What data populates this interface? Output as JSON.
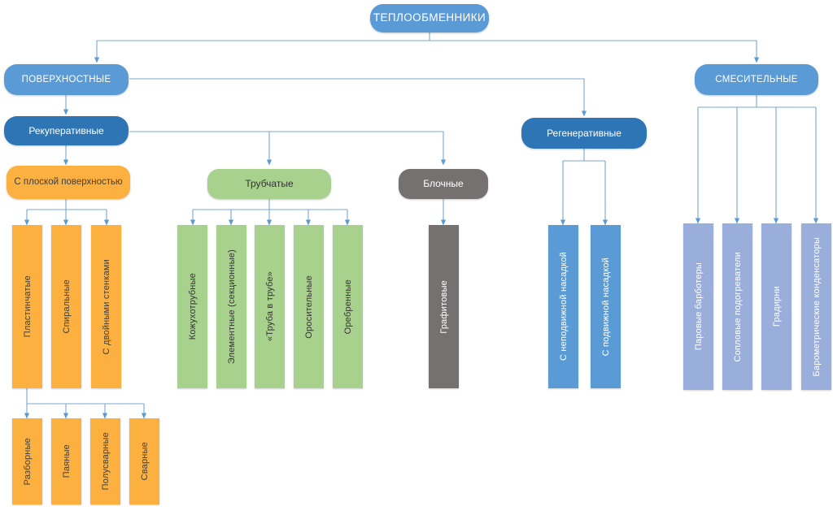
{
  "diagram": {
    "title": "ТЕПЛООБМЕННИКИ",
    "link_color": "#7ba7cc",
    "colors": {
      "root": "#5b9bd5",
      "level1": "#5b9bd5",
      "dark_blue": "#2e75b6",
      "orange": "#fbb040",
      "green": "#a9d18e",
      "gray": "#767171",
      "blue": "#5b9bd5",
      "periwinkle": "#9aaedb"
    }
  },
  "nodes": {
    "root": "ТЕПЛООБМЕННИКИ",
    "surface": "ПОВЕРХНОСТНЫЕ",
    "mixing": "СМЕСИТЕЛЬНЫЕ",
    "recuperative": "Рекуперативные",
    "regenerative": "Регенеративные",
    "flat_surface": "С плоской поверхностью",
    "tubular": "Трубчатые",
    "block": "Блочные"
  },
  "leaves": {
    "flat_surface_children": [
      "Пластинчатые",
      "Спиральные",
      "С двойными стенками"
    ],
    "plate_children": [
      "Разборные",
      "Паяные",
      "Полусварные",
      "Сварные"
    ],
    "tubular_children": [
      "Кожухотрубные",
      "Элементные (секционные)",
      "«Труба в трубе»",
      "Оросительные",
      "Оребренные"
    ],
    "block_children": [
      "Графитовые"
    ],
    "regenerative_children": [
      "С неподвижной насадкой",
      "С подвижной насадкой"
    ],
    "mixing_children": [
      "Паровые барботеры",
      "Сопловые подогреватели",
      "Градирни",
      "Барометрические конденсаторы"
    ]
  }
}
